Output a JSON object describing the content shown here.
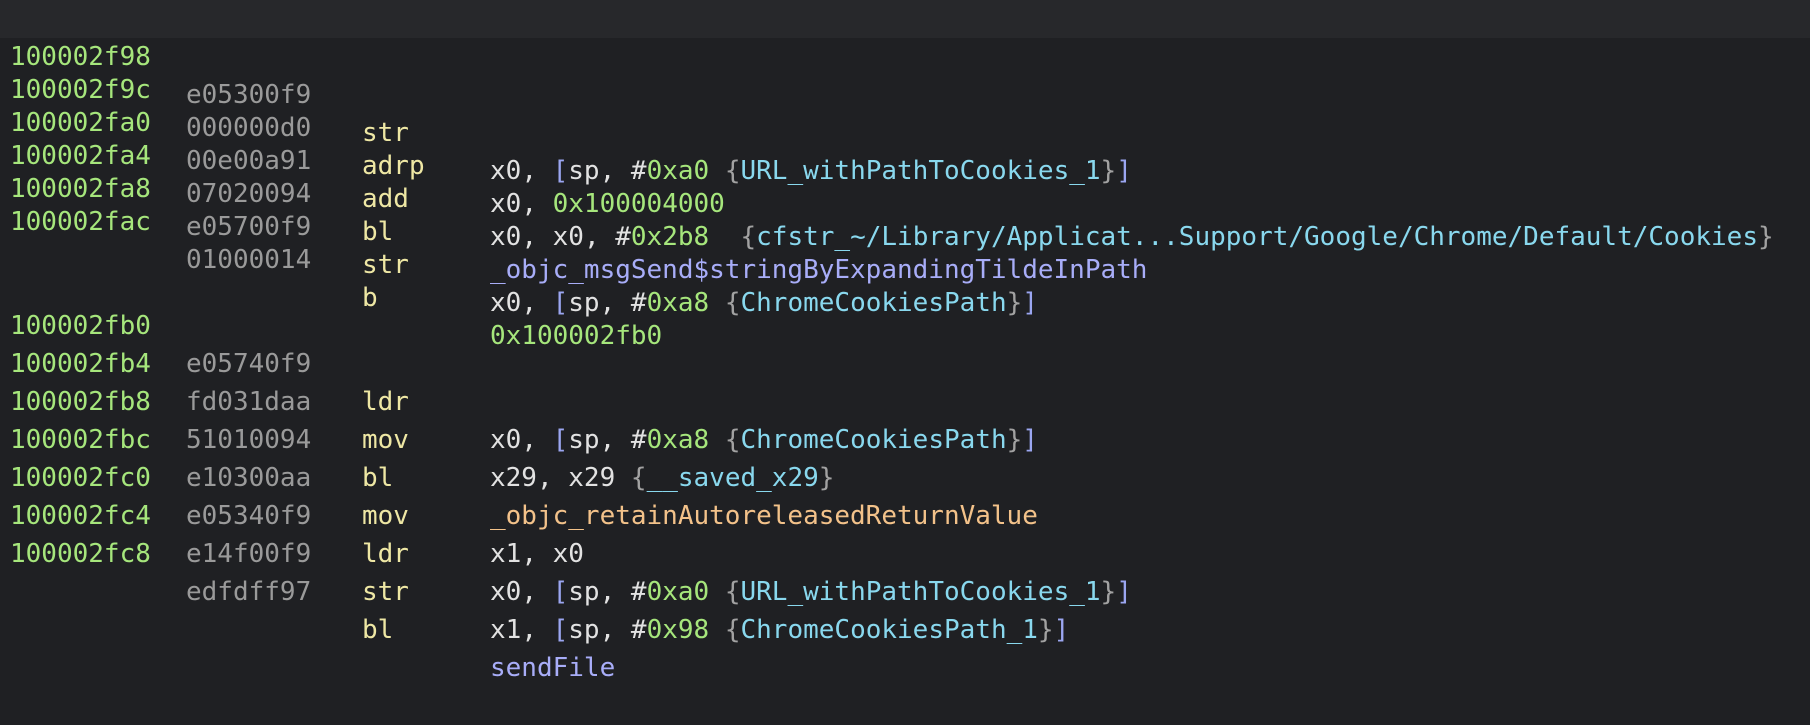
{
  "theme": {
    "background": "#1f2023",
    "address_color": "#a6e67c",
    "bytes_color": "#9a9a9a",
    "mnemonic_color": "#eee7a4",
    "register_color": "#e2e2e2",
    "immediate_color": "#a6e67c",
    "bracket_color": "#9ba6f1",
    "symbol_color": "#89d8ee",
    "function_color": "#a8adf8",
    "import_color": "#f3c28a",
    "brace_color": "#a2a2a2"
  },
  "rows": [
    {
      "addr": "100002f98",
      "bytes": "e05300f9",
      "mnem": "str",
      "reg": "x0",
      "mem_base": "sp",
      "imm": "0xa0",
      "sym": "URL_withPathToCookies_1"
    },
    {
      "addr": "100002f9c",
      "bytes": "000000d0",
      "mnem": "adrp",
      "reg": "x0",
      "target": "0x100004000"
    },
    {
      "addr": "100002fa0",
      "bytes": "00e00a91",
      "mnem": "add",
      "reg": "x0",
      "reg2": "x0",
      "imm": "0x2b8",
      "sym": "cfstr_~/Library/Applicat...Support/Google/Chrome/Default/Cookies"
    },
    {
      "addr": "100002fa4",
      "bytes": "07020094",
      "mnem": "bl",
      "func": "_objc_msgSend$stringByExpandingTildeInPath"
    },
    {
      "addr": "100002fa8",
      "bytes": "e05700f9",
      "mnem": "str",
      "reg": "x0",
      "mem_base": "sp",
      "imm": "0xa8",
      "sym": "ChromeCookiesPath"
    },
    {
      "addr": "100002fac",
      "bytes": "01000014",
      "mnem": "b",
      "target": "0x100002fb0"
    },
    {
      "addr": "100002fb0",
      "bytes": "e05740f9",
      "mnem": "ldr",
      "reg": "x0",
      "mem_base": "sp",
      "imm": "0xa8",
      "sym": "ChromeCookiesPath"
    },
    {
      "addr": "100002fb4",
      "bytes": "fd031daa",
      "mnem": "mov",
      "reg": "x29",
      "reg2": "x29",
      "sym": "__saved_x29"
    },
    {
      "addr": "100002fb8",
      "bytes": "51010094",
      "mnem": "bl",
      "func": "_objc_retainAutoreleasedReturnValue"
    },
    {
      "addr": "100002fbc",
      "bytes": "e10300aa",
      "mnem": "mov",
      "reg": "x1",
      "reg2": "x0"
    },
    {
      "addr": "100002fc0",
      "bytes": "e05340f9",
      "mnem": "ldr",
      "reg": "x0",
      "mem_base": "sp",
      "imm": "0xa0",
      "sym": "URL_withPathToCookies_1"
    },
    {
      "addr": "100002fc4",
      "bytes": "e14f00f9",
      "mnem": "str",
      "reg": "x1",
      "mem_base": "sp",
      "imm": "0x98",
      "sym": "ChromeCookiesPath_1"
    },
    {
      "addr": "100002fc8",
      "bytes": "edfdff97",
      "mnem": "bl",
      "func": "sendFile"
    }
  ]
}
